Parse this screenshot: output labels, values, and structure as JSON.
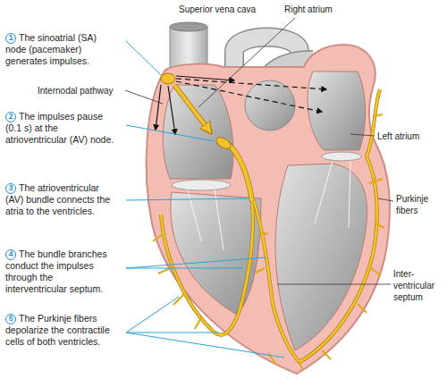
{
  "diagram": {
    "nodes": [
      {
        "text": [
          "1"
        ]
      },
      {
        "text": [
          "2"
        ]
      },
      {
        "text": [
          "3"
        ]
      },
      {
        "text": [
          "4"
        ]
      },
      {
        "text": [
          "5"
        ]
      }
    ],
    "labels": [
      "Superior vena cava",
      "Right atrium",
      "The sinoatrial (SA) node (pacemaker) generates impulses.",
      "Internodal pathway",
      "Left atrium",
      "The impulses pause (0.1 s) at the atrioventricular (AV) node.",
      "Purkinje fibers",
      "The atrioventricular (AV) bundle connects the atria to the ventricles.",
      "The bundle branches conduct the impulses through the interventricular septum.",
      "Inter- ventricular septum",
      "The Purkinje fibers depolarize the contractile cells of both ventricles."
    ]
  }
}
